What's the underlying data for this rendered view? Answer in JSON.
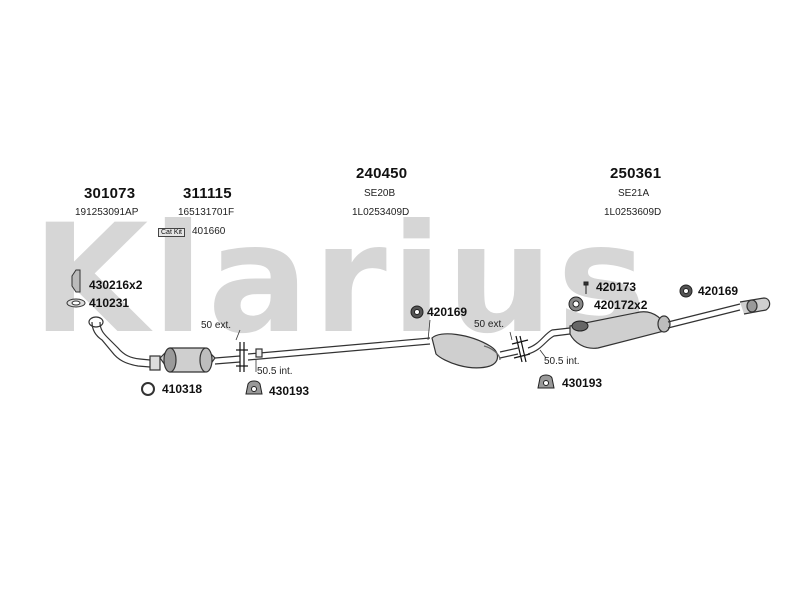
{
  "watermark": "Klarius",
  "headers": [
    {
      "id": "h1",
      "number": "301073",
      "ref": "191253091AP"
    },
    {
      "id": "h2",
      "number": "311115",
      "ref": "165131701F"
    },
    {
      "id": "h3",
      "number": "240450",
      "code": "SE20B",
      "ref": "1L0253409D"
    },
    {
      "id": "h4",
      "number": "250361",
      "code": "SE21A",
      "ref": "1L0253609D"
    }
  ],
  "cat_kit": {
    "badge": "Cat Kit",
    "number": "401660"
  },
  "parts": {
    "p430216x2": "430216x2",
    "p410231": "410231",
    "p410318": "410318",
    "p430193a": "430193",
    "p420169a": "420169",
    "p420173": "420173",
    "p420172x2": "420172x2",
    "p420169b": "420169",
    "p430193b": "430193"
  },
  "labels": {
    "ext1": "50 ext.",
    "int1": "50.5 int.",
    "ext2": "50 ext.",
    "int2": "50.5 int."
  }
}
